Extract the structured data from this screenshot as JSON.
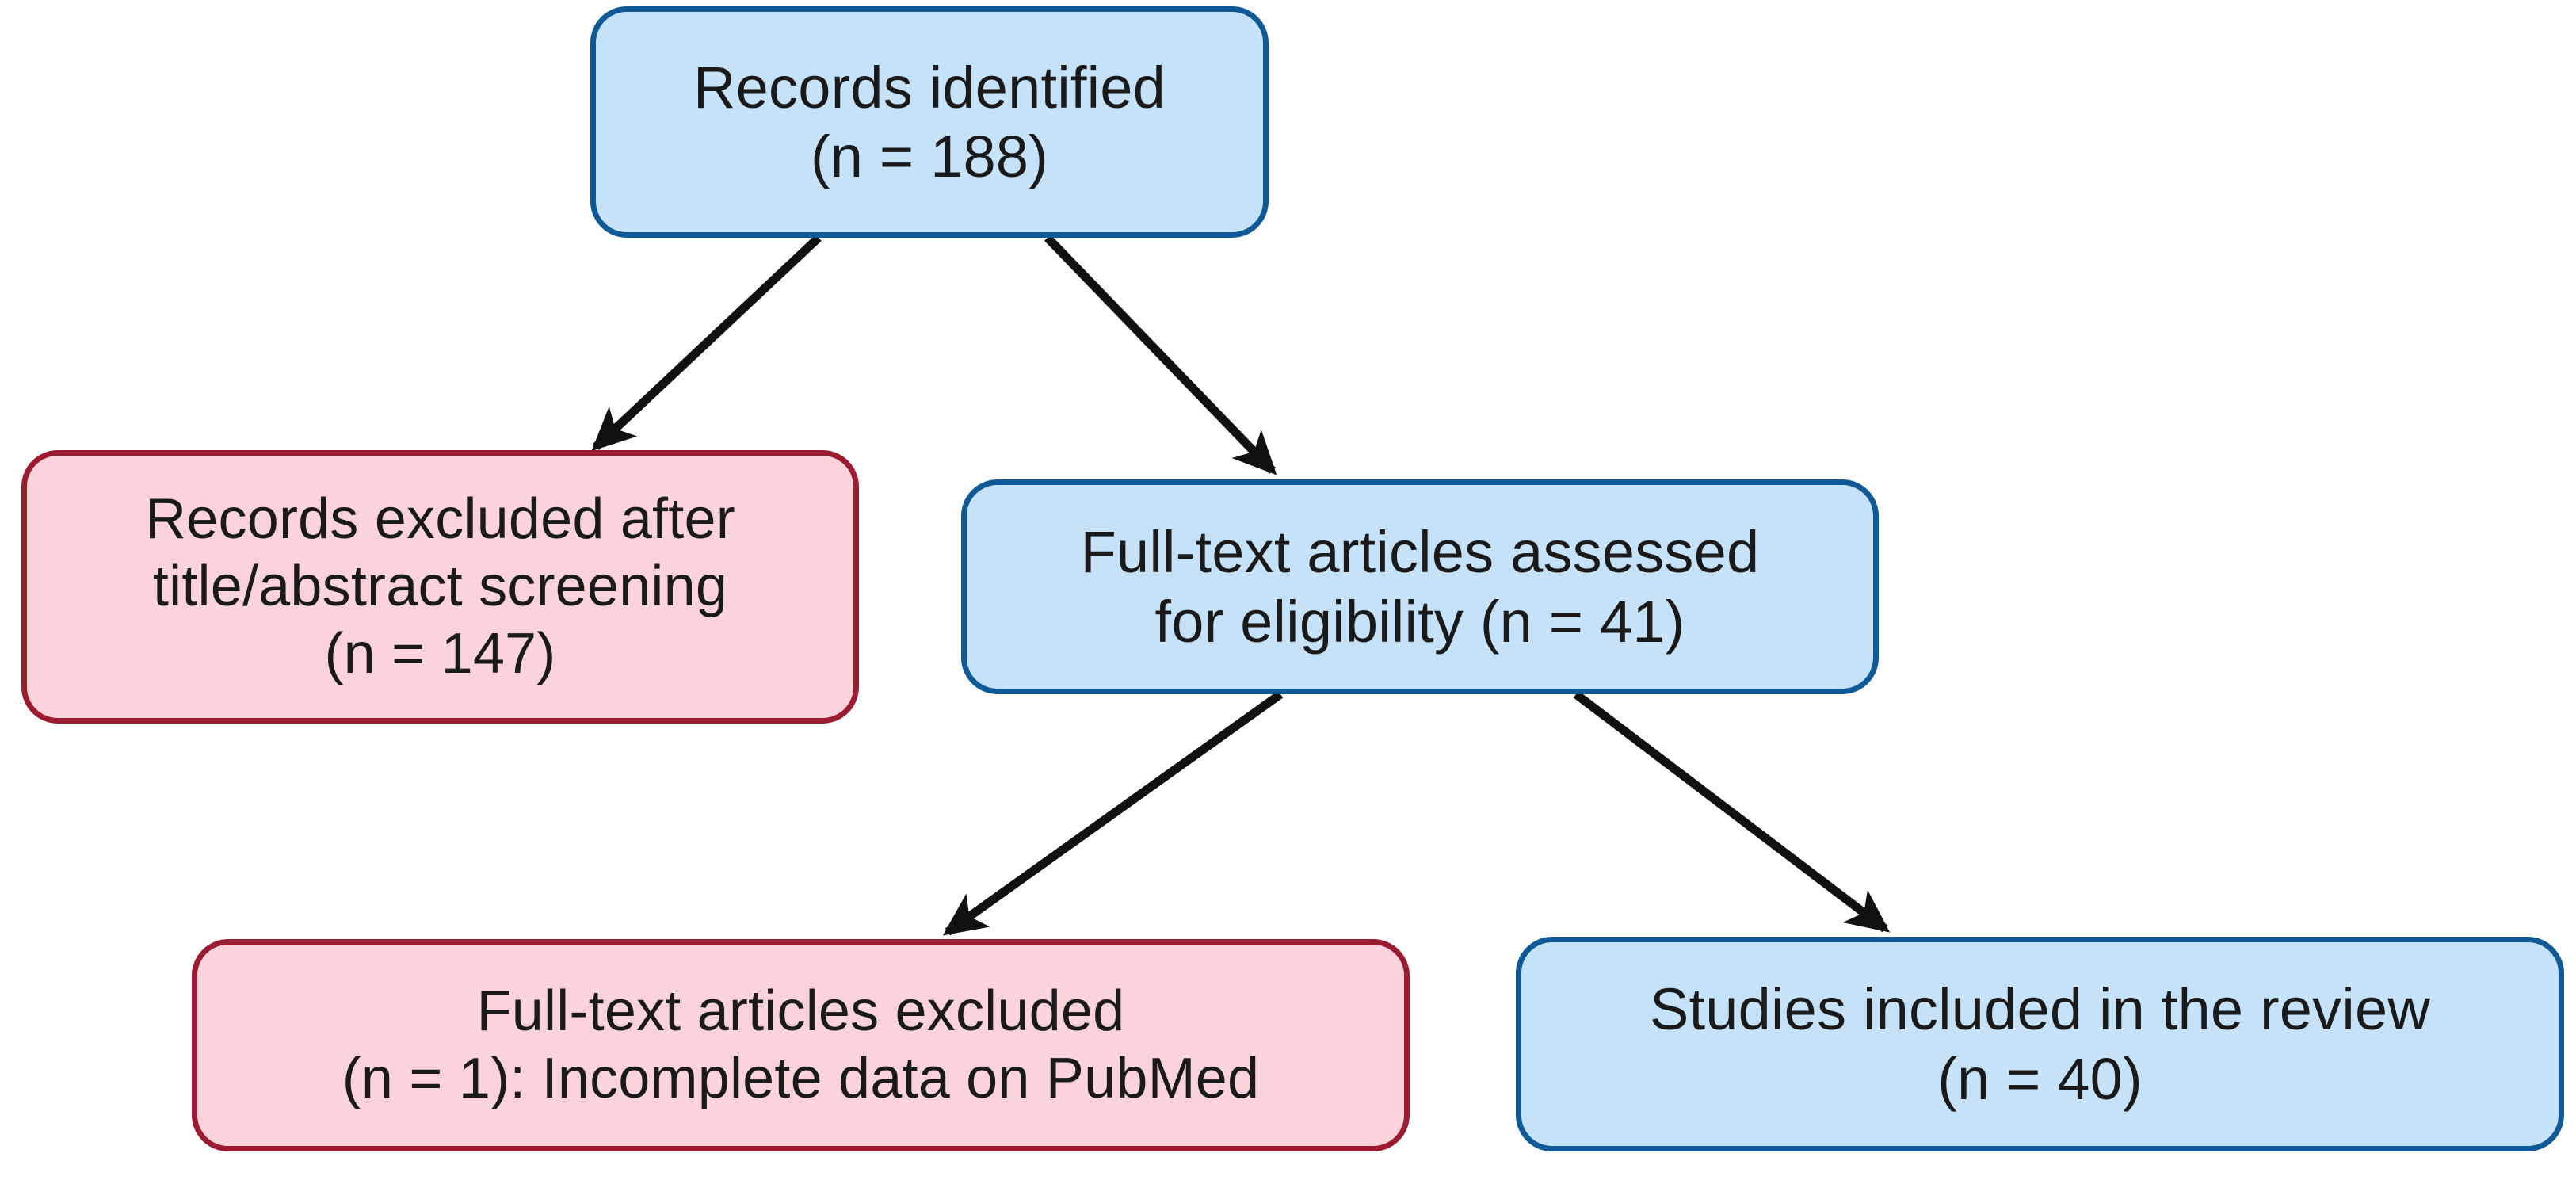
{
  "diagram": {
    "type": "prisma-flow-diagram",
    "background_color": "#ffffff",
    "palette": {
      "blue_fill": "#c5e2f9",
      "blue_border": "#0f5a96",
      "pink_fill": "#fad4da",
      "pink_border": "#9b1b30",
      "arrow_color": "#111111",
      "text_color": "#1a1a1a"
    },
    "nodes": [
      {
        "id": "identified",
        "style": "blue",
        "label": "Records identified\n(n = 188)",
        "count": 188
      },
      {
        "id": "excluded_title_abstract",
        "style": "pink",
        "label": "Records excluded after\ntitle/abstract screening\n(n = 147)",
        "count": 147
      },
      {
        "id": "fulltext_assessed",
        "style": "blue",
        "label": "Full-text articles assessed\nfor eligibility (n = 41)",
        "count": 41
      },
      {
        "id": "excluded_fulltext",
        "style": "pink",
        "label": "Full-text articles excluded\n(n = 1): Incomplete data on PubMed",
        "count": 1
      },
      {
        "id": "included",
        "style": "blue",
        "label": "Studies included in the review\n(n = 40)",
        "count": 40
      }
    ],
    "edges": [
      {
        "from": "identified",
        "to": "excluded_title_abstract",
        "arrow": "filled-triangle"
      },
      {
        "from": "identified",
        "to": "fulltext_assessed",
        "arrow": "filled-triangle"
      },
      {
        "from": "fulltext_assessed",
        "to": "excluded_fulltext",
        "arrow": "filled-triangle"
      },
      {
        "from": "fulltext_assessed",
        "to": "included",
        "arrow": "filled-triangle"
      }
    ]
  }
}
